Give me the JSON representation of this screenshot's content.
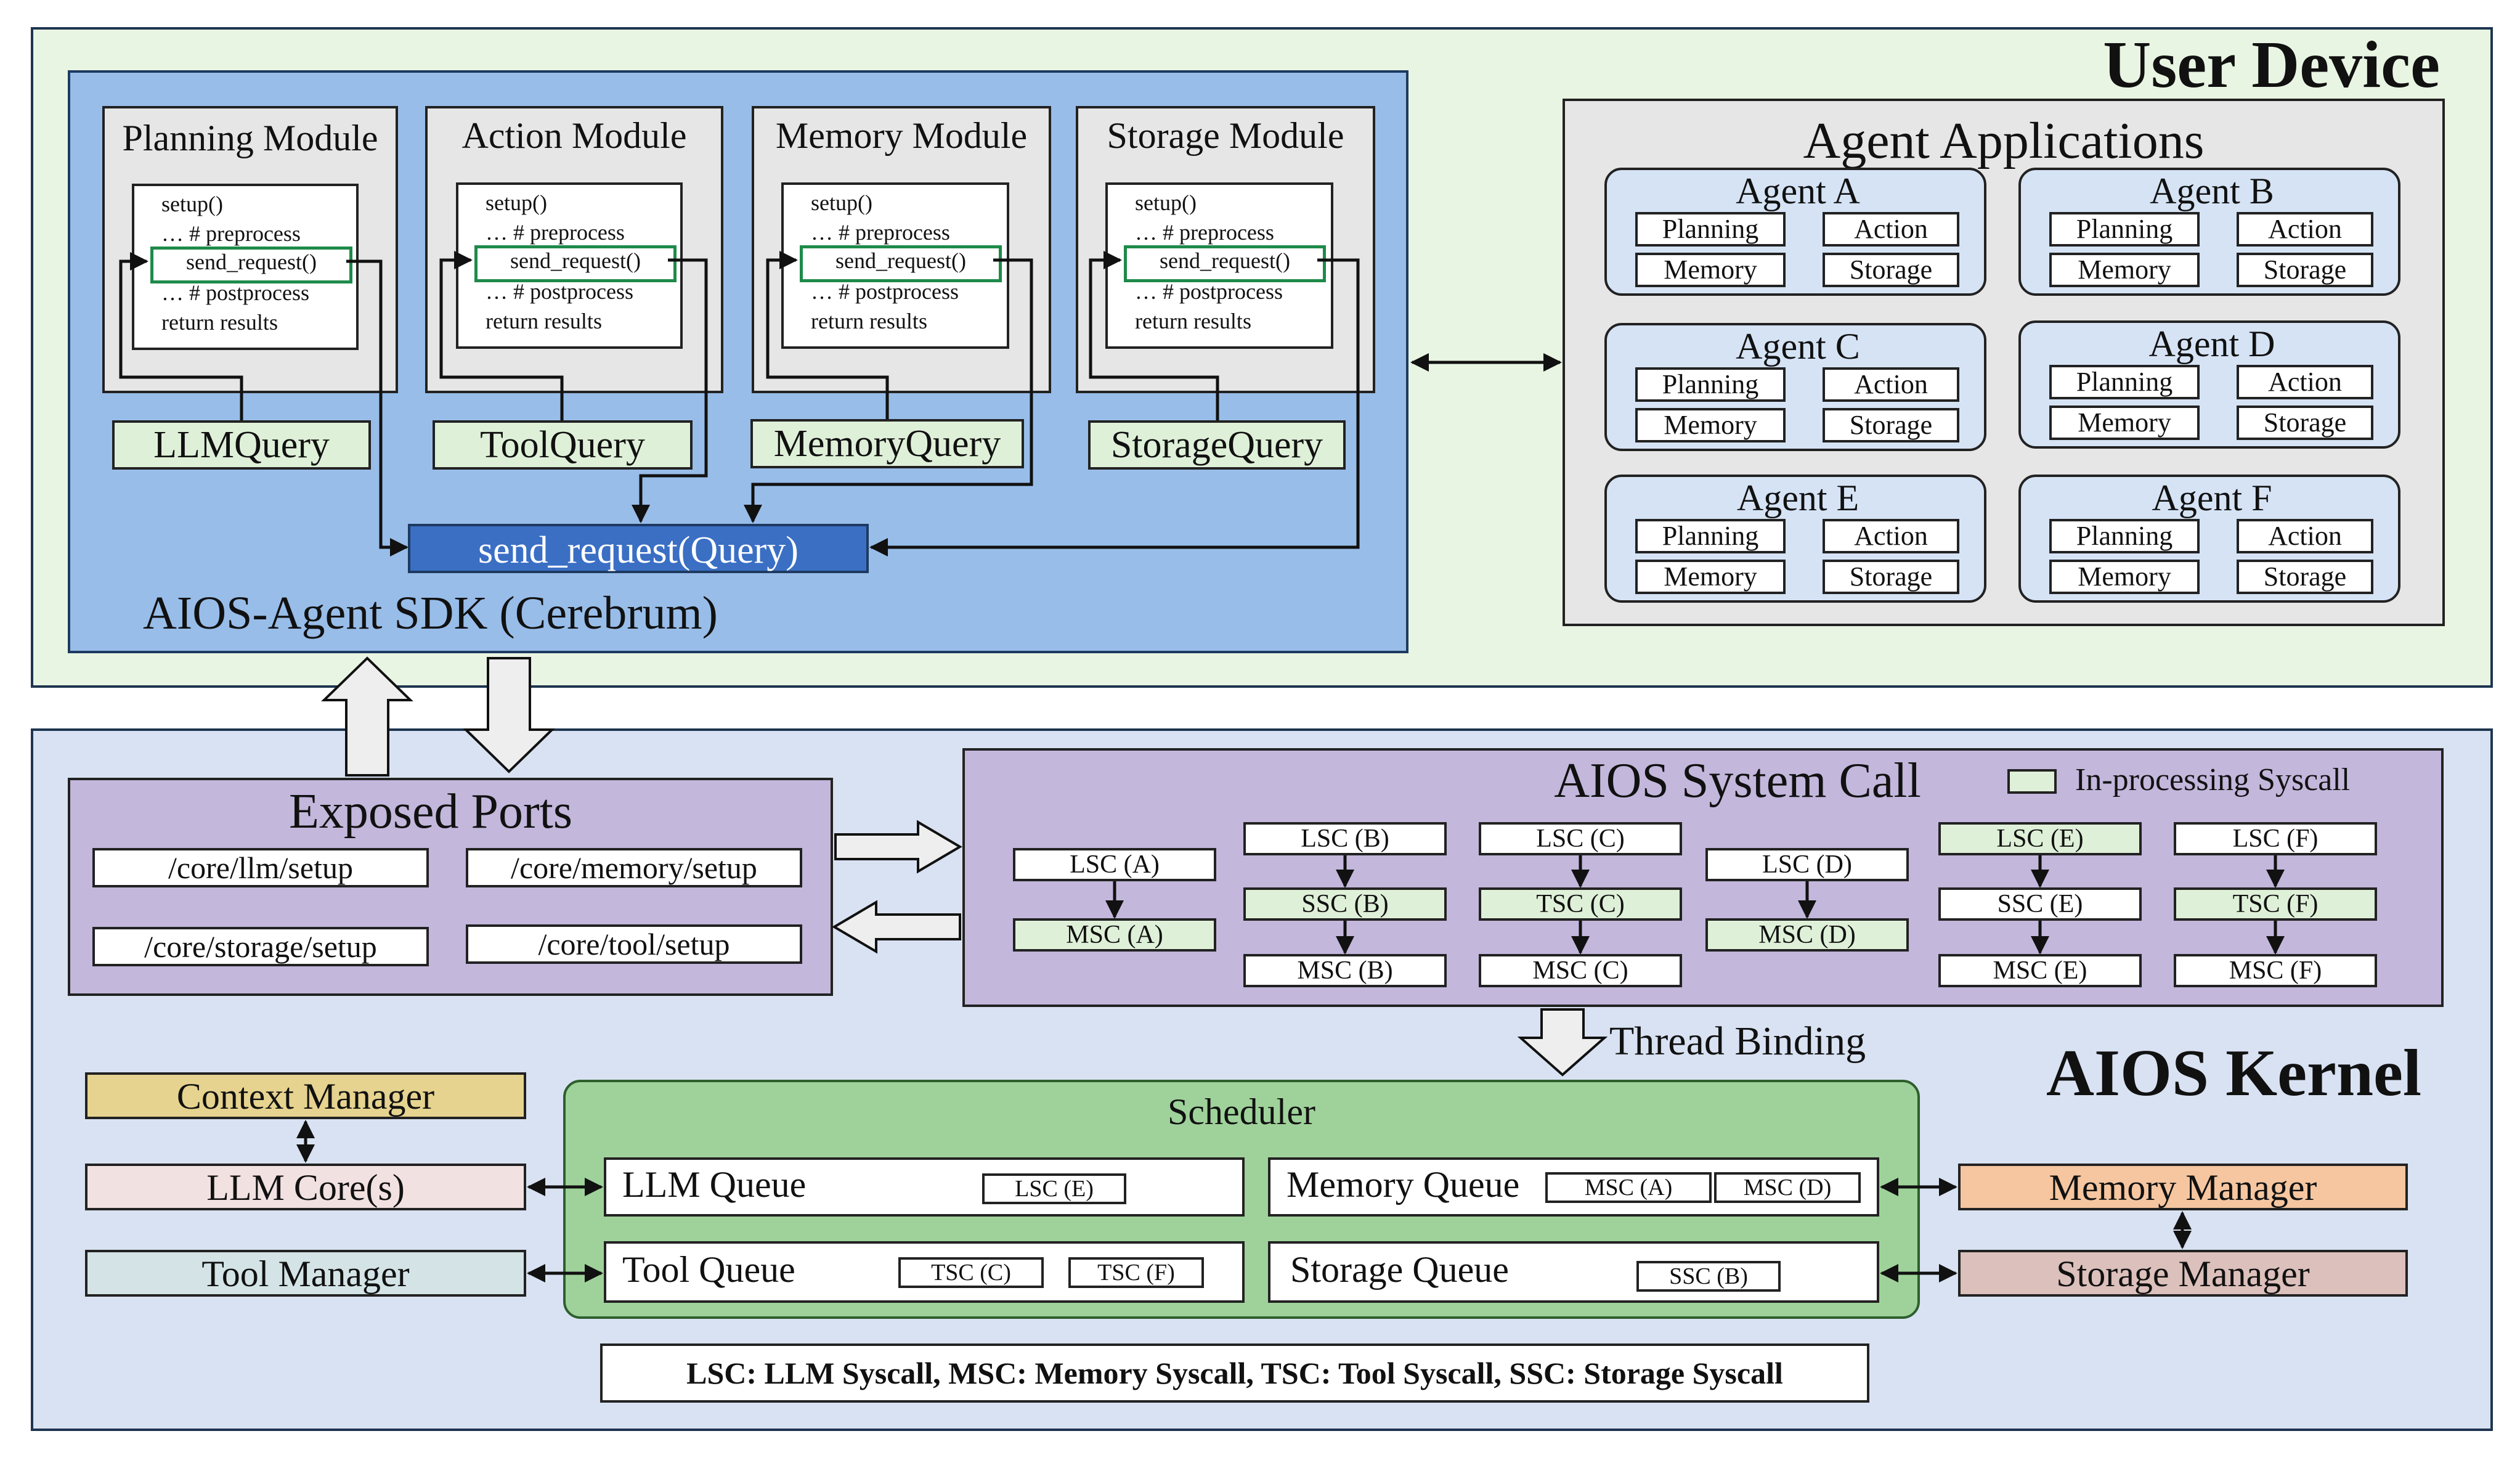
{
  "user_device": {
    "title": "User Device",
    "sdk": {
      "title": "AIOS-Agent SDK (Cerebrum)",
      "send_request": "send_request(Query)",
      "code_lines": [
        "setup()",
        "… # preprocess",
        "send_request()",
        "… # postprocess",
        "return results"
      ],
      "modules": [
        {
          "name": "Planning Module",
          "query": "LLMQuery"
        },
        {
          "name": "Action Module",
          "query": "ToolQuery"
        },
        {
          "name": "Memory Module",
          "query": "MemoryQuery"
        },
        {
          "name": "Storage Module",
          "query": "StorageQuery"
        }
      ]
    },
    "agent_applications": {
      "title": "Agent Applications",
      "agents": [
        {
          "name": "Agent A",
          "modules": [
            "Planning",
            "Action",
            "Memory",
            "Storage"
          ]
        },
        {
          "name": "Agent B",
          "modules": [
            "Planning",
            "Action",
            "Memory",
            "Storage"
          ]
        },
        {
          "name": "Agent C",
          "modules": [
            "Planning",
            "Action",
            "Memory",
            "Storage"
          ]
        },
        {
          "name": "Agent D",
          "modules": [
            "Planning",
            "Action",
            "Memory",
            "Storage"
          ]
        },
        {
          "name": "Agent E",
          "modules": [
            "Planning",
            "Action",
            "Memory",
            "Storage"
          ]
        },
        {
          "name": "Agent F",
          "modules": [
            "Planning",
            "Action",
            "Memory",
            "Storage"
          ]
        }
      ]
    }
  },
  "kernel": {
    "title": "AIOS Kernel",
    "exposed_ports": {
      "title": "Exposed Ports",
      "ports": [
        "/core/llm/setup",
        "/core/memory/setup",
        "/core/storage/setup",
        "/core/tool/setup"
      ]
    },
    "system_call": {
      "title": "AIOS System Call",
      "legend": "In-processing Syscall",
      "chains": [
        {
          "calls": [
            "LSC (A)",
            "MSC (A)"
          ],
          "active": [
            false,
            true
          ]
        },
        {
          "calls": [
            "LSC (B)",
            "SSC (B)",
            "MSC (B)"
          ],
          "active": [
            false,
            true,
            false
          ]
        },
        {
          "calls": [
            "LSC (C)",
            "TSC (C)",
            "MSC (C)"
          ],
          "active": [
            false,
            true,
            false
          ]
        },
        {
          "calls": [
            "LSC (D)",
            "MSC (D)"
          ],
          "active": [
            false,
            true
          ]
        },
        {
          "calls": [
            "LSC (E)",
            "SSC (E)",
            "MSC (E)"
          ],
          "active": [
            true,
            false,
            false
          ]
        },
        {
          "calls": [
            "LSC (F)",
            "TSC (F)",
            "MSC (F)"
          ],
          "active": [
            false,
            true,
            false
          ]
        }
      ]
    },
    "thread_binding": "Thread Binding",
    "context_manager": "Context Manager",
    "llm_core": "LLM Core(s)",
    "tool_manager": "Tool Manager",
    "memory_manager": "Memory Manager",
    "storage_manager": "Storage Manager",
    "scheduler": {
      "title": "Scheduler",
      "queues": {
        "llm": {
          "label": "LLM Queue",
          "items": [
            "LSC (E)"
          ]
        },
        "memory": {
          "label": "Memory Queue",
          "items": [
            "MSC (A)",
            "MSC (D)"
          ]
        },
        "tool": {
          "label": "Tool Queue",
          "items": [
            "TSC (C)",
            "TSC (F)"
          ]
        },
        "storage": {
          "label": "Storage Queue",
          "items": [
            "SSC (B)"
          ]
        }
      }
    },
    "legend_text": "LSC: LLM Syscall,  MSC: Memory Syscall,  TSC: Tool Syscall,  SSC: Storage Syscall"
  },
  "colors": {
    "user_bg": "#e9f5e3",
    "kernel_bg": "#d9e2f2",
    "sdk_bg": "#98bde9",
    "send_request_bg": "#3a6fc4",
    "purple": "#c3b7dc",
    "scheduler": "#9fd29a",
    "context_manager": "#e6d38f",
    "llm_core": "#f2e1e1",
    "tool_manager": "#d4e3e6",
    "memory_manager": "#f5c6a0",
    "storage_manager": "#dcc0bb",
    "in_processing": "#dff0d8"
  }
}
